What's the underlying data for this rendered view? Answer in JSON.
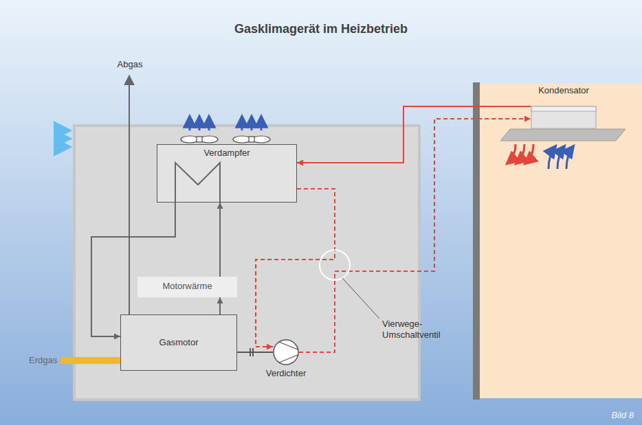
{
  "diagram": {
    "title": "Gasklimagerät im Heizbetrieb",
    "caption": "Bild 8",
    "nodes": [
      {
        "text": [
          "Verdampfer"
        ]
      },
      {
        "text": [
          "Motorwärme"
        ]
      },
      {
        "text": [
          "Gasmotor"
        ]
      },
      {
        "text": [
          "Verdichter"
        ]
      },
      {
        "text": [
          "Kondensator"
        ]
      }
    ],
    "edges": [
      {
        "from": 2,
        "to": 1,
        "arrow": "to"
      },
      {
        "from": 1,
        "to": 0,
        "arrow": "to"
      },
      {
        "from": 0,
        "to": 2,
        "arrow": "to"
      },
      {
        "from": 2,
        "to": 3,
        "arrow": "none"
      },
      {
        "from": 3,
        "to": 4,
        "arrow": "to"
      },
      {
        "from": 4,
        "to": 0,
        "arrow": "to"
      },
      {
        "from": 0,
        "to": 3,
        "arrow": "to"
      }
    ],
    "labels": [
      "Abgas",
      "Erdgas",
      "Vierwege- Umschaltventil"
    ]
  }
}
